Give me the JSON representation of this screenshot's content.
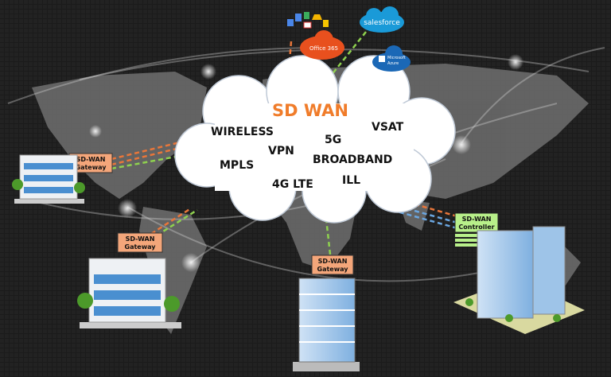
{
  "title": "SD WAN",
  "technologies": [
    "WIRELESS",
    "5G",
    "VSAT",
    "VPN",
    "BROADBAND",
    "MPLS",
    "4G LTE",
    "ILL"
  ],
  "gateway": {
    "line1": "SD-WAN",
    "line2": "Gateway"
  },
  "controller": {
    "line1": "SD-WAN",
    "line2": "Controller"
  },
  "cloud_services": {
    "salesforce": "salesforce",
    "office365": "Office 365",
    "azure_line1": "Microsoft",
    "azure_line2": "Azure"
  },
  "colors": {
    "title": "#f07c2a",
    "gateway": "#f4a67a",
    "controller": "#b8f08a",
    "orange_link": "#e8763a",
    "green_link": "#8fd14f",
    "blue_link": "#6aa6e0",
    "background": "#161616"
  }
}
